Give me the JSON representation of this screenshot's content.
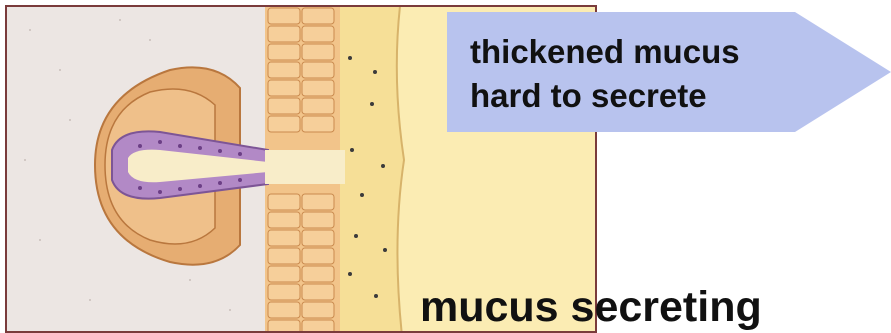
{
  "callout": {
    "line1": "thickened mucus",
    "line2": "hard to secrete"
  },
  "bottom_label": "mucus secreting",
  "colors": {
    "panel_border": "#7a3b3b",
    "left_background": "#ece6e3",
    "epithelium_fill": "#f2c48a",
    "submucosa_fill": "#f6df97",
    "right_tissue_fill": "#fbecb3",
    "gland_outer": "#e3a86d",
    "gland_inner_cells": "#a57db8",
    "callout_fill": "#b8c3ee",
    "text": "#111111"
  }
}
